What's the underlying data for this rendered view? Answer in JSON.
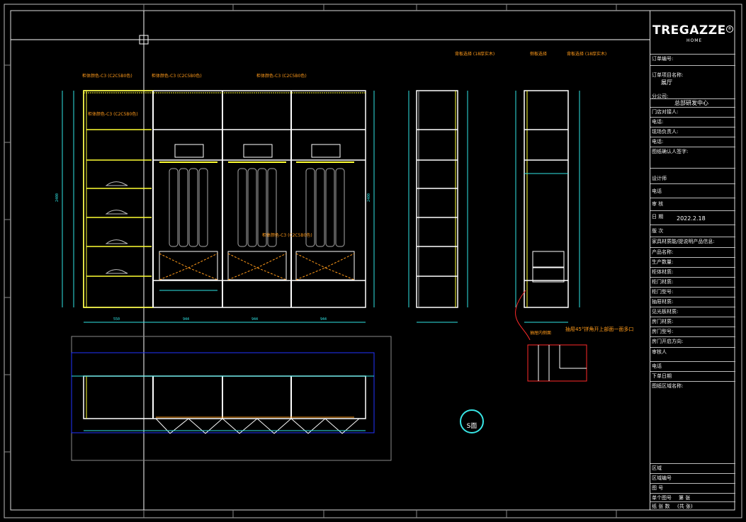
{
  "brand": {
    "logo_text": "TREGAZZE",
    "tagline": "HOME",
    "reg_mark": "®"
  },
  "title_block": {
    "order_no_label": "订单编号:",
    "project_label": "订单项目名称:",
    "project_value": "展厅",
    "branch_label": "分公司:",
    "branch_value": "总部研发中心",
    "store_contact_label": "门店对接人:",
    "phone1_label": "电话:",
    "site_manager_label": "现场负责人:",
    "phone2_label": "电话:",
    "confirm_label": "图纸确认人签字:",
    "designer_label": "设计师",
    "phone3_label": "电话",
    "review_label": "审    核",
    "date_label": "日    期",
    "date_value": "2022.2.18",
    "version_label": "版    次",
    "info_label": "家具材质能/提说明产品信息:",
    "product_name_label": "产品名称:",
    "qty_label": "生产数量:",
    "body_material_label": "柜体材质:",
    "door_material_label": "柜门材质:",
    "door_model_label": "柜门型号:",
    "drawer_material_label": "抽屉材质:",
    "glass_material_label": "见光板材质:",
    "door2_material_label": "房门材质:",
    "door2_model_label": "房门型号:",
    "door_open_label": "房门开启方向:",
    "reviewer_label": "审核人",
    "phone4_label": "电话",
    "order_date_label": "下单日期",
    "drawing_name_label": "图纸区域名称:",
    "zone_label": "区域",
    "zone_no_label": "区域编号",
    "fig_label": "图      号",
    "single_fig_label": "单个图号",
    "single_fig_value": "第    张",
    "total_label": "纸 张 数",
    "total_value": "(共    张)"
  },
  "annotations": {
    "front_a": "柜体颜色-C3 (C2C5B0色)",
    "front_b": "柜体颜色-C3 (C2C5B0色)",
    "front_c": "柜体颜色-C3 (C2C5B0色)",
    "front_d": "柜体颜色-C3 (C2C5B0色)",
    "front_e": "柜体颜色-C3 (C2C5B0色)",
    "side_a": "背板选择 (18厚实木)",
    "side_b": "侧板选择",
    "side_c": "背板选择 (18厚实木)",
    "detail_label": "抽屉内侧面",
    "note_45": "抽屉45°拼角开上部面一面多口",
    "s_face": "S面"
  },
  "colors": {
    "frame": "#ffffff",
    "yellow": "#ffff33",
    "cyan": "#30e6e6",
    "blue": "#2233ff",
    "orange": "#ff9a1a",
    "red": "#ff2a2a",
    "gray": "#8a8a8a"
  }
}
